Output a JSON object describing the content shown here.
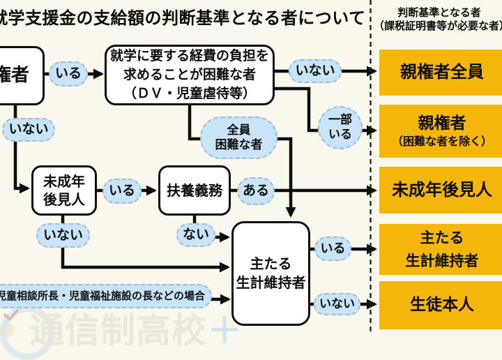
{
  "title": "就学支援金の支給額の判断基準となる者について",
  "right_panel": {
    "header_line1": "判断基準となる者",
    "header_line2": "（課税証明書等が必要な者）",
    "results": [
      {
        "line1": "親権者全員",
        "line2": ""
      },
      {
        "line1": "親権者",
        "line2": "（困難な者を除く）"
      },
      {
        "line1": "未成年後見人",
        "line2": ""
      },
      {
        "line1": "主たる",
        "line2": "生計維持者"
      },
      {
        "line1": "生徒本人",
        "line2": ""
      }
    ]
  },
  "flow": {
    "parent_box": "親権者",
    "hardship_box_line1": "就学に要する経費の負担を",
    "hardship_box_line2": "求めることが困難な者",
    "hardship_box_line3": "（ＤＶ・児童虐待等）",
    "guardian_box_line1": "未成年",
    "guardian_box_line2": "後見人",
    "support_box": "扶養義務",
    "breadwinner_box_line1": "主たる",
    "breadwinner_box_line2": "生計維持者",
    "edge_labels": {
      "parent_yes": "いる",
      "hardship_none": "いない",
      "hardship_some_line1": "一部",
      "hardship_some_line2": "いる",
      "hardship_all_line1": "全員",
      "hardship_all_line2": "困難な者",
      "parent_no": "いない",
      "guardian_yes": "いる",
      "support_yes": "ある",
      "guardian_no": "いない",
      "support_no": "ない",
      "welfare_case": "児童相談所長・児童福祉施設の長などの場合",
      "breadwinner_yes": "いる",
      "breadwinner_no": "いない"
    }
  },
  "watermark": {
    "text": "通信制高校",
    "plus": "＋"
  },
  "colors": {
    "background": "#FAF8EC",
    "result_yellow": "#F5B60B",
    "pill_blue": "#C9E3F7",
    "pill_border": "#9FBBD2",
    "line_black": "#0d0d0d"
  }
}
